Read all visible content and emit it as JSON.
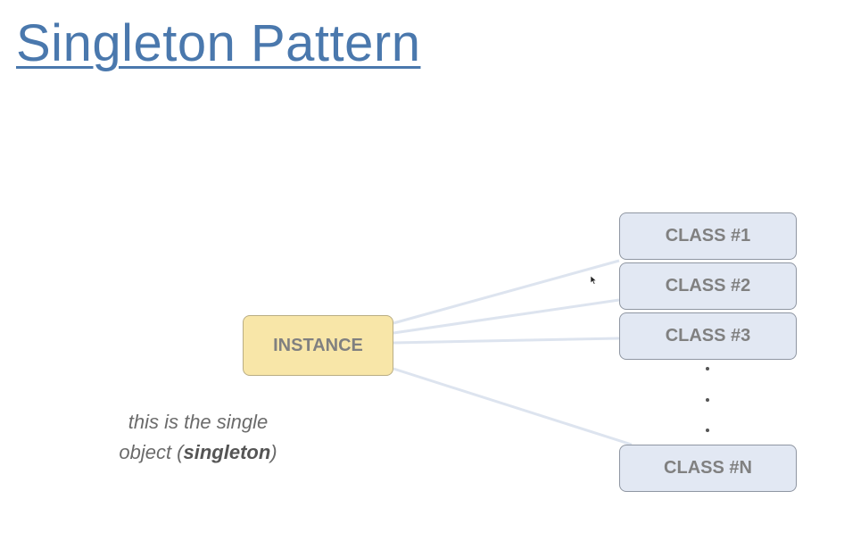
{
  "slide": {
    "title": "Singleton Pattern",
    "instance_label": "INSTANCE",
    "classes": [
      "CLASS #1",
      "CLASS #2",
      "CLASS #3",
      "CLASS #N"
    ],
    "ellipsis": [
      "·",
      "·",
      "·"
    ],
    "caption": {
      "line1": "this is the single",
      "line2_prefix": "object (",
      "line2_bold": "singleton",
      "line2_suffix": ")"
    }
  },
  "colors": {
    "title": "#4a78ad",
    "instance_fill": "#f8e6a8",
    "class_fill": "#e2e8f3",
    "connector": "#dde4ef"
  }
}
